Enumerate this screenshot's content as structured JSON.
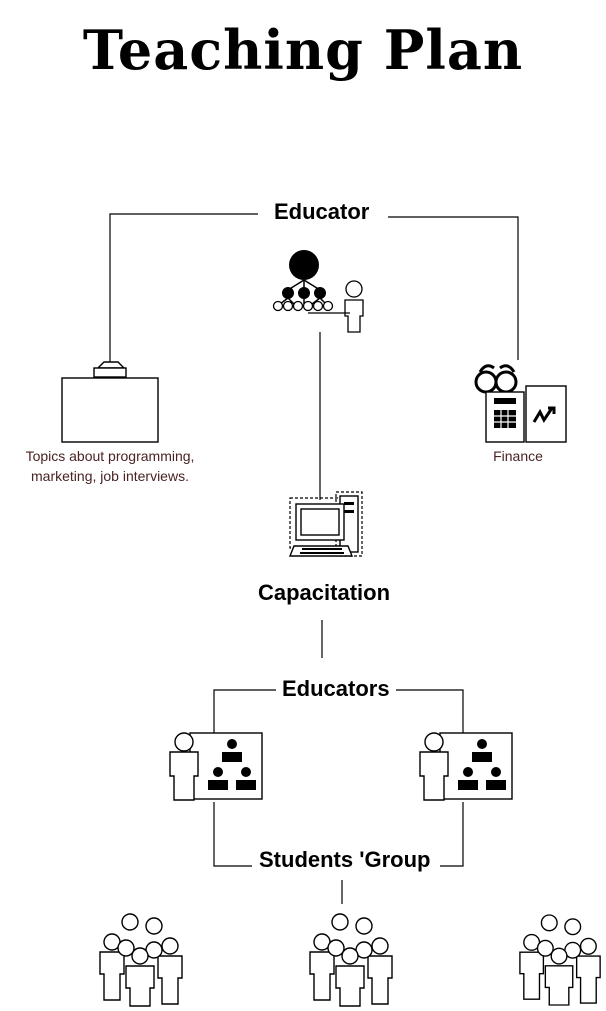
{
  "title": "Teaching Plan",
  "nodes": {
    "educator": "Educator",
    "topics_caption": "Topics about programming, marketing, job interviews.",
    "finance_caption": "Finance",
    "capacitation": "Capacitation",
    "educators": "Educators",
    "students_group": "Students 'Group"
  },
  "icons": {
    "educator": "org-chart-presenter-icon",
    "topics": "briefcase-icon",
    "finance": "glasses-calculator-chart-icon",
    "capacitation": "computer-icon",
    "educator_left": "teacher-classroom-icon",
    "educator_right": "teacher-classroom-icon",
    "group": "people-group-icon"
  }
}
